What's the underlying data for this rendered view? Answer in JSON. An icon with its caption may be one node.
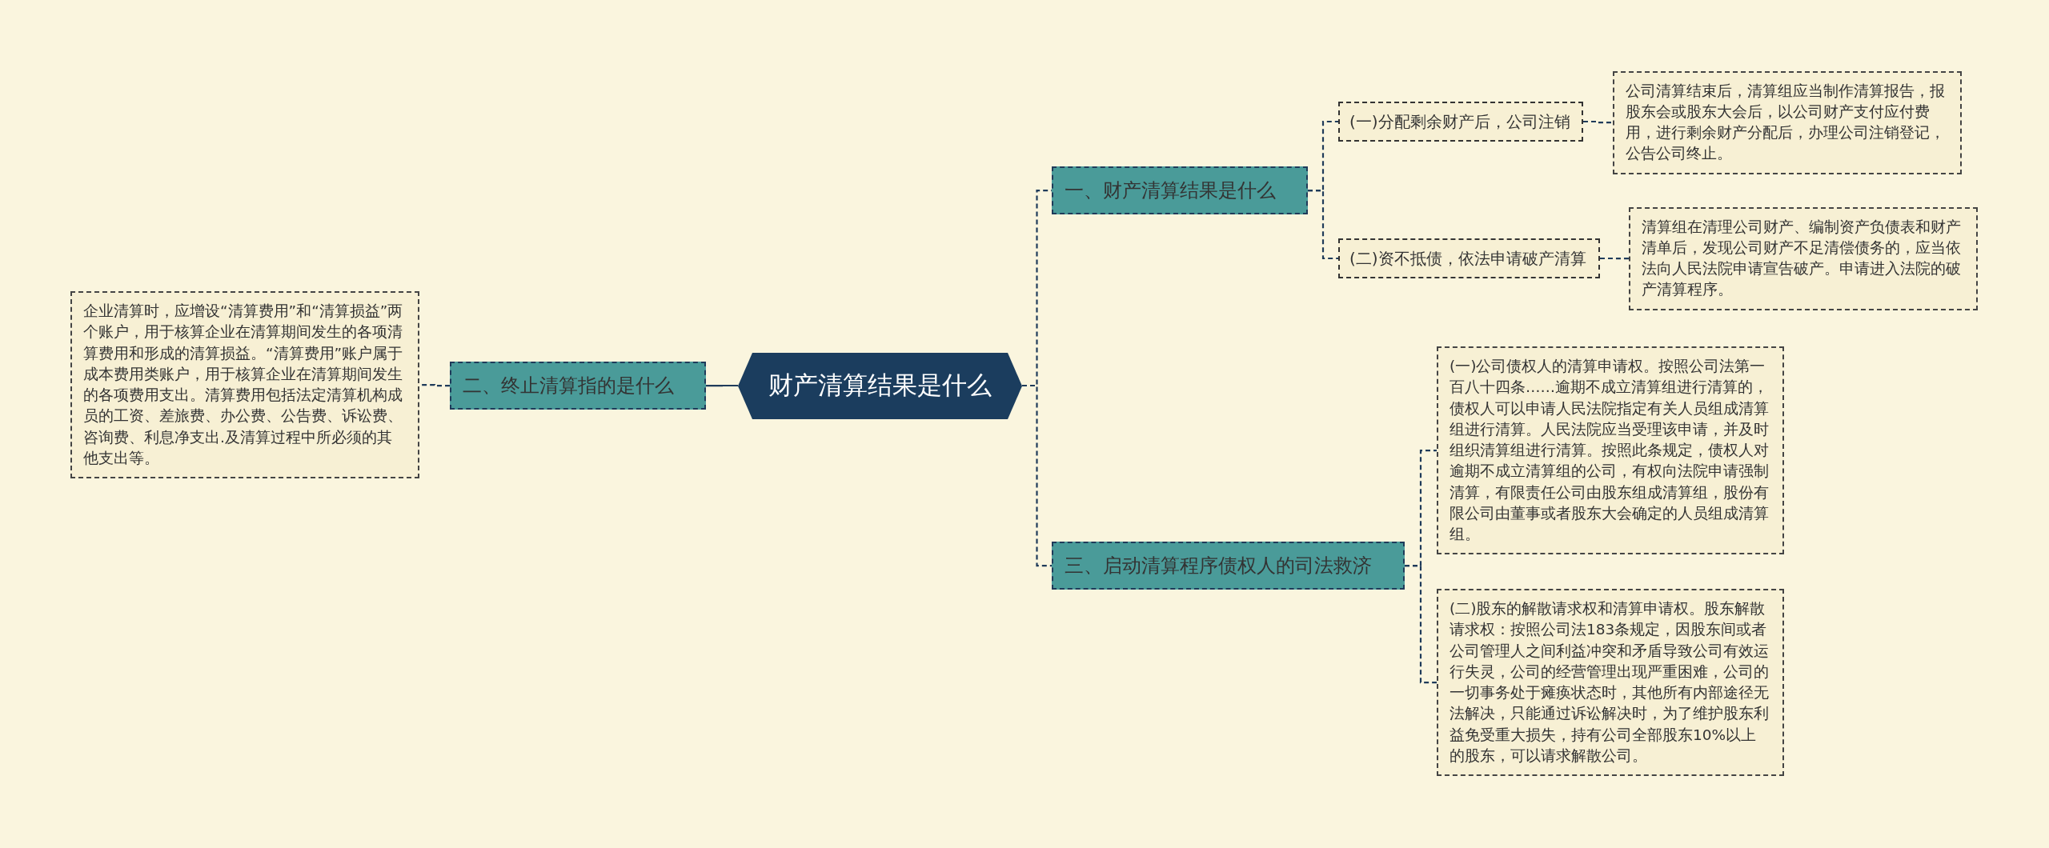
{
  "diagram": {
    "nodes": [
      {
        "text": [
          "财产清算结果是什么"
        ]
      },
      {
        "text": [
          "一、财产清算结果是什么"
        ]
      },
      {
        "text": [
          "(一)分配剩余财产后，公司注销"
        ]
      },
      {
        "text": [
          "公司清算结束后，清算组应当制作清算报告，报股东会或股东大会后，以公司财产支付应付费用，进行剩余财产分配后，办理公司注销登记，公告公司终止。"
        ]
      },
      {
        "text": [
          "(二)资不抵债，依法申请破产清算"
        ]
      },
      {
        "text": [
          "清算组在清理公司财产、编制资产负债表和财产清单后，发现公司财产不足清偿债务的，应当依法向人民法院申请宣告破产。申请进入法院的破产清算程序。"
        ]
      },
      {
        "text": [
          "二、终止清算指的是什么"
        ]
      },
      {
        "text": [
          "企业清算时，应增设“清算费用”和“清算损益”两个账户，用于核算企业在清算期间发生的各项清算费用和形成的清算损益。“清算费用”账户属于成本费用类账户，用于核算企业在清算期间发生的各项费用支出。清算费用包括法定清算机构成员的工资、差旅费、办公费、公告费、诉讼费、咨询费、利息净支出.及清算过程中所必须的其他支出等。"
        ]
      },
      {
        "text": [
          "三、启动清算程序债权人的司法救济"
        ]
      },
      {
        "text": [
          "(一)公司债权人的清算申请权。按照公司法第一百八十四条……逾期不成立清算组进行清算的，债权人可以申请人民法院指定有关人员组成清算组进行清算。人民法院应当受理该申请，并及时组织清算组进行清算。按照此条规定，债权人对逾期不成立清算组的公司，有权向法院申请强制清算，有限责任公司由股东组成清算组，股份有限公司由董事或者股东大会确定的人员组成清算组。"
        ]
      },
      {
        "text": [
          "(二)股东的解散请求权和清算申请权。股东解散请求权：按照公司法183条规定，因股东间或者公司管理人之间利益冲突和矛盾导致公司有效运行失灵，公司的经营管理出现严重困难，公司的一切事务处于瘫痪状态时，其他所有内部途径无法解决，只能通过诉讼解决时，为了维护股东利益免受重大损失，持有公司全部股东10%以上的股东，可以请求解散公司。"
        ]
      }
    ],
    "edges": [
      {
        "from": 0,
        "to": 6,
        "arrow": "none"
      },
      {
        "from": 0,
        "to": 1,
        "arrow": "none",
        "style": "dashed"
      },
      {
        "from": 0,
        "to": 8,
        "arrow": "none",
        "style": "dashed"
      },
      {
        "from": 1,
        "to": 2,
        "arrow": "none",
        "style": "dashed"
      },
      {
        "from": 1,
        "to": 4,
        "arrow": "none",
        "style": "dashed"
      },
      {
        "from": 2,
        "to": 3,
        "arrow": "none",
        "style": "dashed"
      },
      {
        "from": 4,
        "to": 5,
        "arrow": "none",
        "style": "dashed"
      },
      {
        "from": 6,
        "to": 7,
        "arrow": "none",
        "style": "dashed"
      },
      {
        "from": 8,
        "to": 9,
        "arrow": "none",
        "style": "dashed"
      },
      {
        "from": 8,
        "to": 10,
        "arrow": "none",
        "style": "dashed"
      }
    ]
  }
}
